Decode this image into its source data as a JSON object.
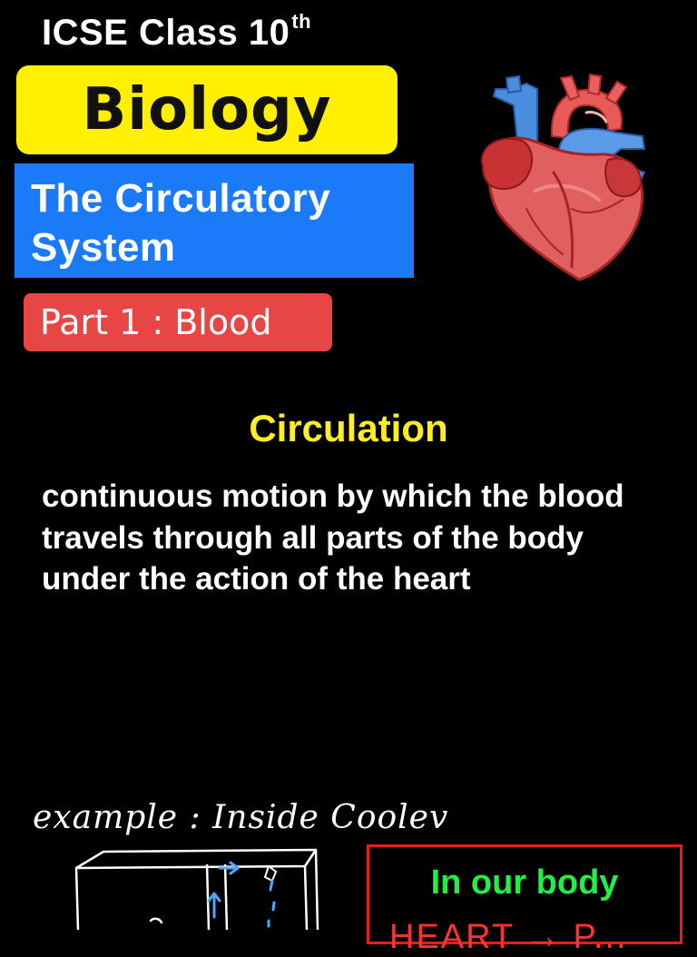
{
  "header": {
    "class_title": "ICSE Class 10",
    "class_suffix": "th",
    "subject": "Biology",
    "topic_line1": "The Circulatory",
    "topic_line2": "System",
    "part": "Part 1 : Blood"
  },
  "main": {
    "heading": "Circulation",
    "definition": "continuous motion by which the blood travels through all parts of the body under the action of the heart"
  },
  "example": {
    "note": "example : Inside Coolev"
  },
  "body_box": {
    "heading": "In our body",
    "next_line": "HEART → P..."
  },
  "colors": {
    "background": "#000000",
    "subject_bg": "#ffef00",
    "topic_bg": "#1a7af8",
    "part_bg": "#e84545",
    "heading": "#ffee22",
    "body_heading": "#22ee44",
    "body_border": "#e81c1c"
  },
  "icons": {
    "heart_illustration": "anatomical-heart-icon"
  }
}
